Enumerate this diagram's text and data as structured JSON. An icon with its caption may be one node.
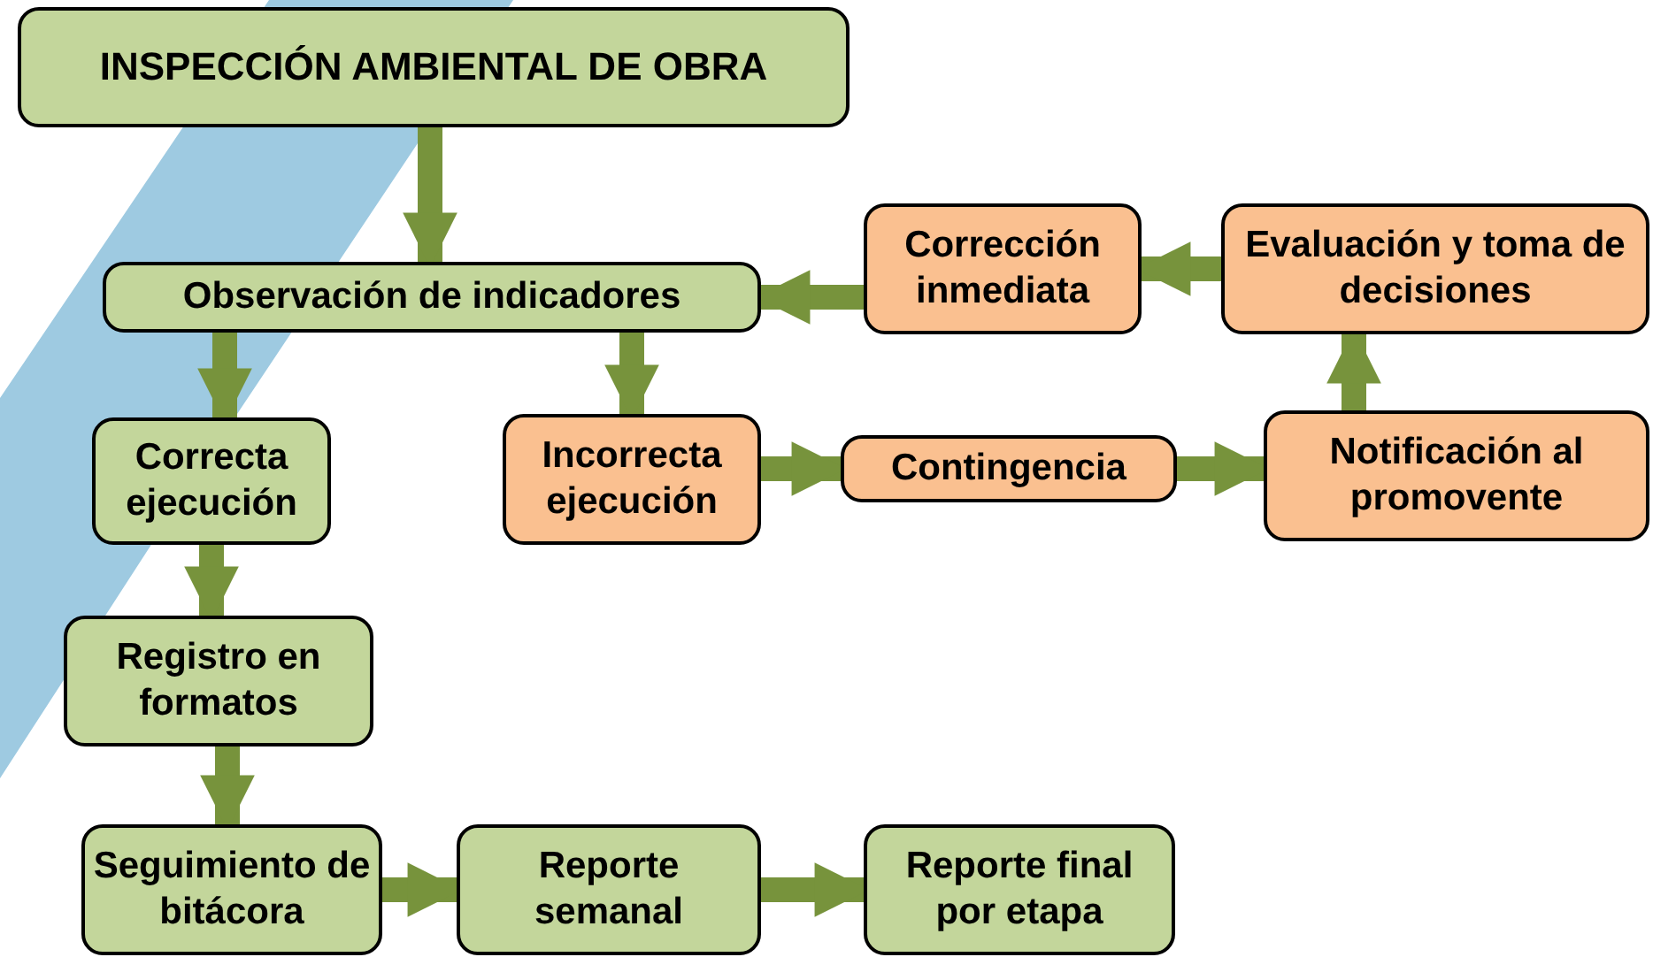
{
  "diagram": {
    "nodes": [
      {
        "text": [
          "INSPECCIÓN AMBIENTAL DE OBRA"
        ]
      },
      {
        "text": [
          "Observación de indicadores"
        ]
      },
      {
        "text": [
          "Corrección inmediata"
        ]
      },
      {
        "text": [
          "Evaluación y toma de decisiones"
        ]
      },
      {
        "text": [
          "Correcta ejecución"
        ]
      },
      {
        "text": [
          "Incorrecta ejecución"
        ]
      },
      {
        "text": [
          "Contingencia"
        ]
      },
      {
        "text": [
          "Notificación al promovente"
        ]
      },
      {
        "text": [
          "Registro en formatos"
        ]
      },
      {
        "text": [
          "Seguimiento de bitácora"
        ]
      },
      {
        "text": [
          "Reporte semanal"
        ]
      },
      {
        "text": [
          "Reporte final por etapa"
        ]
      }
    ],
    "edges": [
      {
        "from": 0,
        "to": 1,
        "arrow": "to"
      },
      {
        "from": 1,
        "to": 4,
        "arrow": "to"
      },
      {
        "from": 1,
        "to": 5,
        "arrow": "to"
      },
      {
        "from": 5,
        "to": 6,
        "arrow": "to"
      },
      {
        "from": 6,
        "to": 7,
        "arrow": "to"
      },
      {
        "from": 7,
        "to": 3,
        "arrow": "to"
      },
      {
        "from": 3,
        "to": 2,
        "arrow": "to"
      },
      {
        "from": 2,
        "to": 1,
        "arrow": "to"
      },
      {
        "from": 4,
        "to": 8,
        "arrow": "to"
      },
      {
        "from": 8,
        "to": 9,
        "arrow": "to"
      },
      {
        "from": 9,
        "to": 10,
        "arrow": "to"
      },
      {
        "from": 10,
        "to": 11,
        "arrow": "to"
      }
    ]
  }
}
